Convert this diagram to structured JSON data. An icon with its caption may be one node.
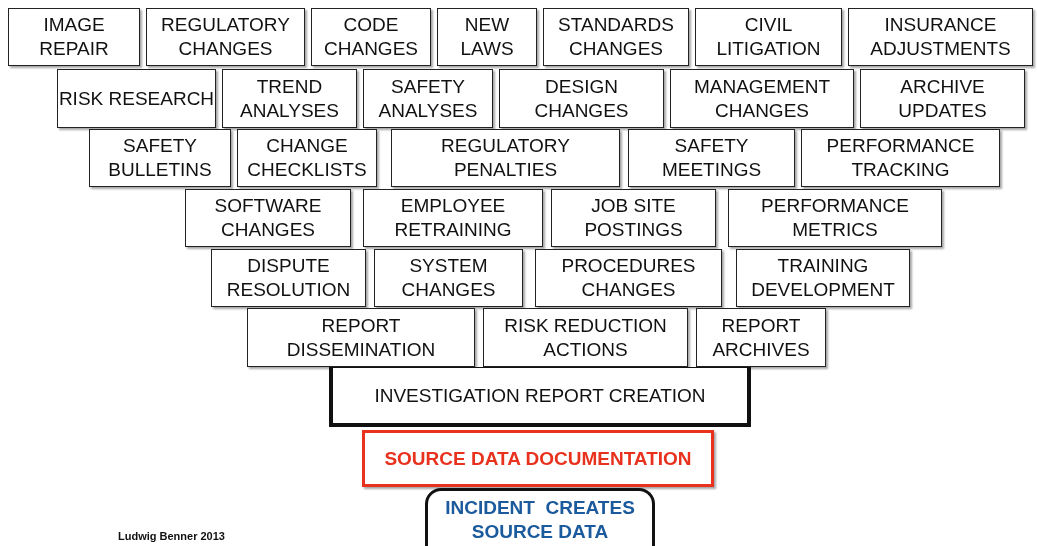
{
  "diagram": {
    "nodes": [
      {
        "text": [
          "IMAGE REPAIR"
        ]
      },
      {
        "text": [
          "REGULATORY CHANGES"
        ]
      },
      {
        "text": [
          "CODE CHANGES"
        ]
      },
      {
        "text": [
          "NEW LAWS"
        ]
      },
      {
        "text": [
          "STANDARDS CHANGES"
        ]
      },
      {
        "text": [
          "CIVIL LITIGATION"
        ]
      },
      {
        "text": [
          "INSURANCE ADJUSTMENTS"
        ]
      },
      {
        "text": [
          "RISK RESEARCH"
        ]
      },
      {
        "text": [
          "TREND ANALYSES"
        ]
      },
      {
        "text": [
          "SAFETY ANALYSES"
        ]
      },
      {
        "text": [
          "DESIGN CHANGES"
        ]
      },
      {
        "text": [
          "MANAGEMENT CHANGES"
        ]
      },
      {
        "text": [
          "ARCHIVE UPDATES"
        ]
      },
      {
        "text": [
          "SAFETY BULLETINS"
        ]
      },
      {
        "text": [
          "CHANGE CHECKLISTS"
        ]
      },
      {
        "text": [
          "REGULATORY PENALTIES"
        ]
      },
      {
        "text": [
          "SAFETY MEETINGS"
        ]
      },
      {
        "text": [
          "PERFORMANCE TRACKING"
        ]
      },
      {
        "text": [
          "SOFTWARE CHANGES"
        ]
      },
      {
        "text": [
          "EMPLOYEE RETRAINING"
        ]
      },
      {
        "text": [
          "JOB SITE POSTINGS"
        ]
      },
      {
        "text": [
          "PERFORMANCE METRICS"
        ]
      },
      {
        "text": [
          "DISPUTE RESOLUTION"
        ]
      },
      {
        "text": [
          "SYSTEM CHANGES"
        ]
      },
      {
        "text": [
          "PROCEDURES CHANGES"
        ]
      },
      {
        "text": [
          "TRAINING DEVELOPMENT"
        ]
      },
      {
        "text": [
          "REPORT DISSEMINATION"
        ]
      },
      {
        "text": [
          "RISK REDUCTION ACTIONS"
        ]
      },
      {
        "text": [
          "REPORT ARCHIVES"
        ]
      },
      {
        "text": [
          "INVESTIGATION REPORT CREATION"
        ]
      },
      {
        "text": [
          "SOURCE DATA DOCUMENTATION"
        ]
      },
      {
        "text": [
          "INCIDENT  CREATES SOURCE DATA"
        ]
      }
    ],
    "labels": [
      "Ludwig Benner 2013"
    ]
  }
}
